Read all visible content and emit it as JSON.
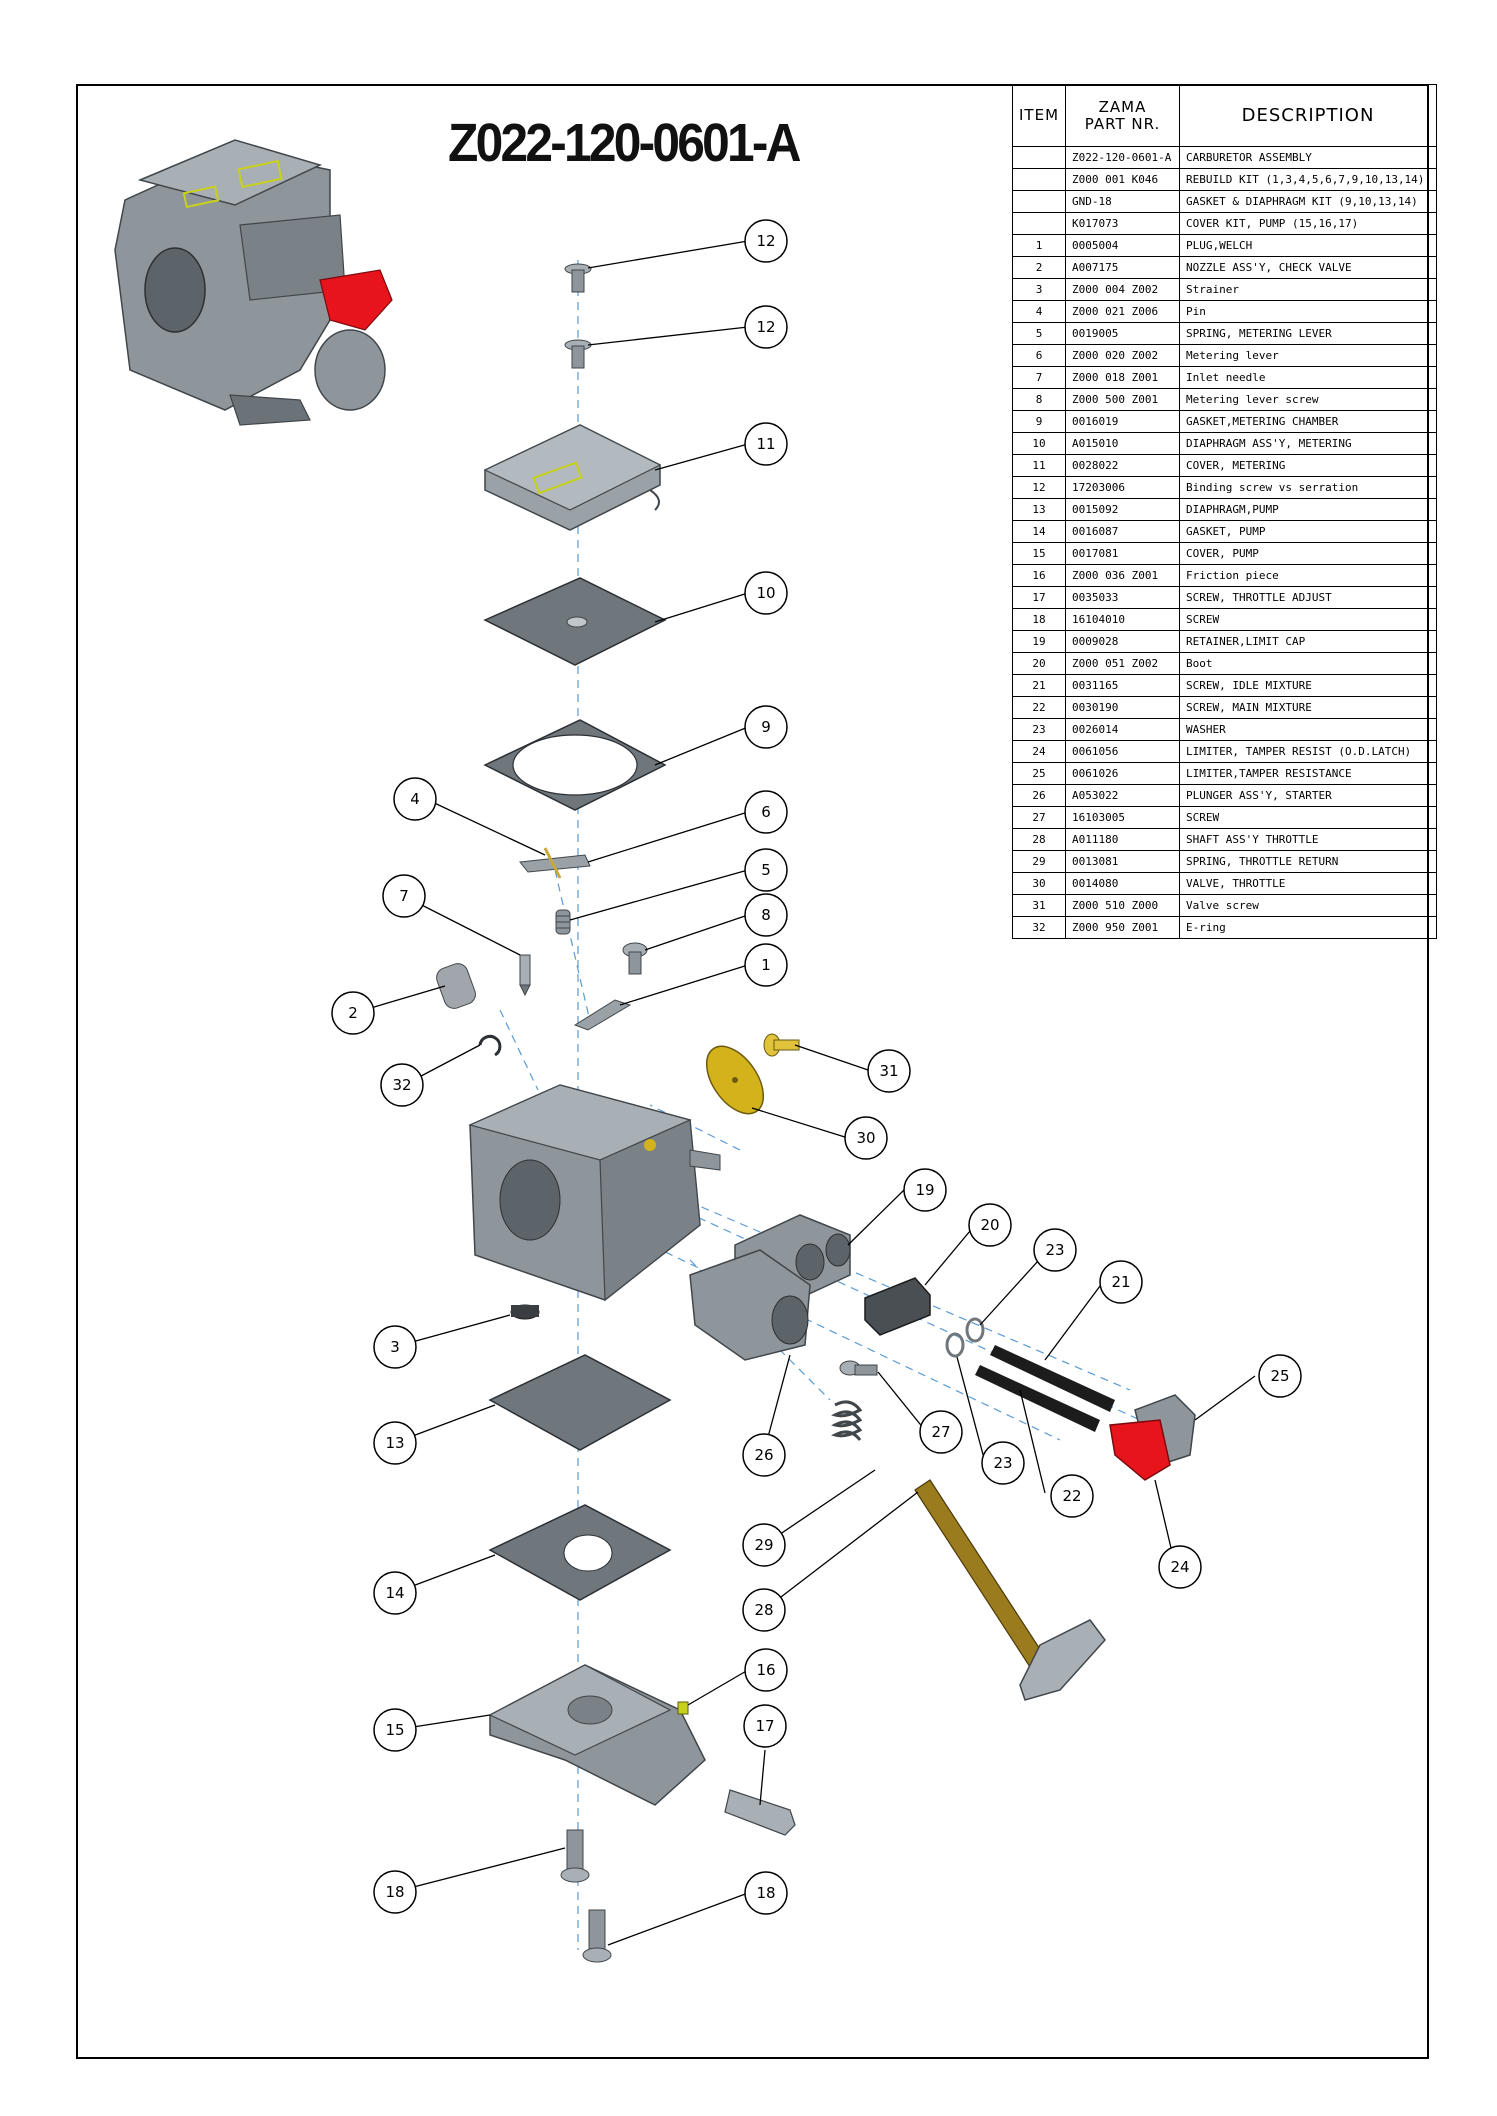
{
  "title": "Z022-120-0601-A",
  "table": {
    "headers": {
      "item": "ITEM",
      "part": "ZAMA\nPART NR.",
      "description": "DESCRIPTION"
    },
    "rows": [
      {
        "item": "",
        "part": "Z022-120-0601-A",
        "description": "CARBURETOR ASSEMBLY"
      },
      {
        "item": "",
        "part": "Z000 001 K046",
        "description": "REBUILD KIT (1,3,4,5,6,7,9,10,13,14)"
      },
      {
        "item": "",
        "part": "GND-18",
        "description": "GASKET & DIAPHRAGM KIT (9,10,13,14)"
      },
      {
        "item": "",
        "part": "K017073",
        "description": "COVER KIT, PUMP (15,16,17)"
      },
      {
        "item": "1",
        "part": "0005004",
        "description": "PLUG,WELCH"
      },
      {
        "item": "2",
        "part": "A007175",
        "description": "NOZZLE ASS'Y, CHECK VALVE"
      },
      {
        "item": "3",
        "part": "Z000 004 Z002",
        "description": "Strainer"
      },
      {
        "item": "4",
        "part": "Z000 021 Z006",
        "description": "Pin"
      },
      {
        "item": "5",
        "part": "0019005",
        "description": "SPRING, METERING LEVER"
      },
      {
        "item": "6",
        "part": "Z000 020 Z002",
        "description": "Metering lever"
      },
      {
        "item": "7",
        "part": "Z000 018 Z001",
        "description": "Inlet needle"
      },
      {
        "item": "8",
        "part": "Z000 500 Z001",
        "description": "Metering lever screw"
      },
      {
        "item": "9",
        "part": "0016019",
        "description": "GASKET,METERING CHAMBER"
      },
      {
        "item": "10",
        "part": "A015010",
        "description": "DIAPHRAGM ASS'Y, METERING"
      },
      {
        "item": "11",
        "part": "0028022",
        "description": "COVER, METERING"
      },
      {
        "item": "12",
        "part": "17203006",
        "description": "Binding screw vs serration"
      },
      {
        "item": "13",
        "part": "0015092",
        "description": "DIAPHRAGM,PUMP"
      },
      {
        "item": "14",
        "part": "0016087",
        "description": "GASKET, PUMP"
      },
      {
        "item": "15",
        "part": "0017081",
        "description": "COVER, PUMP"
      },
      {
        "item": "16",
        "part": "Z000 036 Z001",
        "description": "Friction piece"
      },
      {
        "item": "17",
        "part": "0035033",
        "description": "SCREW, THROTTLE ADJUST"
      },
      {
        "item": "18",
        "part": "16104010",
        "description": "SCREW"
      },
      {
        "item": "19",
        "part": "0009028",
        "description": "RETAINER,LIMIT CAP"
      },
      {
        "item": "20",
        "part": "Z000 051 Z002",
        "description": "Boot"
      },
      {
        "item": "21",
        "part": "0031165",
        "description": "SCREW, IDLE MIXTURE"
      },
      {
        "item": "22",
        "part": "0030190",
        "description": "SCREW, MAIN MIXTURE"
      },
      {
        "item": "23",
        "part": "0026014",
        "description": "WASHER"
      },
      {
        "item": "24",
        "part": "0061056",
        "description": "LIMITER, TAMPER RESIST (O.D.LATCH)"
      },
      {
        "item": "25",
        "part": "0061026",
        "description": "LIMITER,TAMPER RESISTANCE"
      },
      {
        "item": "26",
        "part": "A053022",
        "description": "PLUNGER ASS'Y, STARTER"
      },
      {
        "item": "27",
        "part": "16103005",
        "description": "SCREW"
      },
      {
        "item": "28",
        "part": "A011180",
        "description": "SHAFT ASS'Y THROTTLE"
      },
      {
        "item": "29",
        "part": "0013081",
        "description": "SPRING, THROTTLE RETURN"
      },
      {
        "item": "30",
        "part": "0014080",
        "description": "VALVE, THROTTLE"
      },
      {
        "item": "31",
        "part": "Z000 510 Z000",
        "description": "Valve screw"
      },
      {
        "item": "32",
        "part": "Z000 950 Z001",
        "description": "E-ring"
      }
    ]
  },
  "callouts": [
    "12",
    "12",
    "11",
    "10",
    "9",
    "4",
    "6",
    "5",
    "7",
    "8",
    "1",
    "2",
    "32",
    "31",
    "30",
    "19",
    "20",
    "23",
    "21",
    "3",
    "13",
    "25",
    "27",
    "26",
    "23",
    "22",
    "24",
    "29",
    "14",
    "28",
    "16",
    "15",
    "17",
    "18",
    "18"
  ],
  "colors": {
    "part": "#8e969c",
    "part_dark": "#5c646a",
    "accent_red": "#e8141c",
    "brass": "#c9a83a",
    "gold": "#d4b21c",
    "yellow_green": "#c8d11a",
    "black_part": "#1c1c1c",
    "axis_line": "#5a9bd5"
  }
}
